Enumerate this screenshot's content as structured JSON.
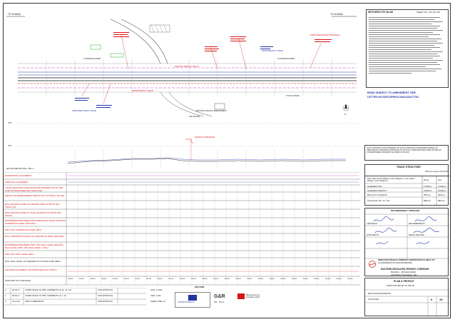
{
  "header": {
    "left_direction": "TO KHANA",
    "right_direction": "TO KHANA",
    "notes_title": "WITH NEW CTE VALUE",
    "sheet_no": "SHEET NO. 15T OF 100"
  },
  "plan": {
    "road_labels": [
      "LOOSE BOULDER",
      "LOOSE BOULDER",
      "TOP OF BANK"
    ],
    "culvert_labels": [
      "PROPOSED TRACK CURVE",
      "EXISTING RAILWAY EMBANKMENT",
      "PROPOSED DFC TRACK"
    ],
    "red_annotations": [
      "PROPOSED DFC TRACK",
      "EXISTING RAILWAY TRACK",
      "PROPOSED RAILWAY BOUNDARY"
    ]
  },
  "stamp": {
    "line1": "BOND SUBJECT TO AMENDMENT VIDE",
    "line2": "LETTER NO.EDFC3/PMC/CON/11/2017/762"
  },
  "profile": {
    "left_scale_top": "275",
    "left_scale_bottom": "270",
    "datum_label": "DATUM ABOVE MSL. 269 m"
  },
  "rows": [
    "HORIZONTAL ALIGNMENT",
    "VERTICAL ALIGNMENT",
    "TRACK DISTANCE FROM EXISTING NEAREST IR UP AND LINE TO PROPOSED DFC MAIN LINE",
    "HEIGHT OF EMBANKMENT/ DEPTH OF CUTTING (- RL) (m)",
    "EXG GROUND LEVEL AT CENTER LINE OF PROP. DFC TRACK (m)",
    "EXG GROUND LEVEL AT THE LOCATION OF PROP. DFC TRACK",
    "DIFFERENCE BETWEEN PRO FORMATION LEVEL AND EXG FORMATION LEVEL (PRO-RFL)",
    "PRO. DFC FORMATION LEVEL (RFL)",
    "EXG. FORMATION LEVEL OF CENTRE OF MAIN LINE (RFL)",
    "DIFFERENCE BETWEEN PRO. DFC RAIL LEVEL AND EXG. RAIL LEVEL (PRO. DFC RAIL LEVEL - RAIL)",
    "PRO. DFC RAIL LEVEL (RRL)",
    "EXG. RAIL LEVEL OF NEAREST IR UP MAIN LINE (RRL)",
    "GROUND ALIGNMENT OR PROPOSED DFC TRACK",
    "POSITION OF CHAINAGE"
  ],
  "track_structure": {
    "title": "TRACK STRUCTURE",
    "col_header": "Difference between IR and DfC",
    "rows": [
      {
        "label": "RAIL SECTION 68kg/m (UIC 60kg/m) / UIC LINE / 60kg/m (UIC 60kg/m)",
        "v1": "60 kg",
        "v2": "UIC"
      },
      {
        "label": "SLEEPER PSC",
        "v1": "1750mm",
        "v2": "1750mm"
      },
      {
        "label": "SLEEPER DENSITY",
        "v1": "1660/km",
        "v2": "1660/km"
      },
      {
        "label": "BALLAST CUSHION",
        "v1": "350mm",
        "v2": "300mm"
      },
      {
        "label": "Total Depth (Rl, TC, SL)",
        "v1": "880mm",
        "v2": "880mm"
      }
    ]
  },
  "approval_box_text": "PLAN CONSTRUCTION DRAWING OF PLAN & PROFILE IS PREPARED BASED ON PRELIMINARY DRAWINGS APPROVAL BY DFCCIL COMMUNICATED VIDE LETTER NO. CTR/DWRS/EDFC/2015/PAT/12 DATED 15.06.2017",
  "signature_block": {
    "header": "RECOMMENDED / APPROVED",
    "roles": [
      "CHECKED BY",
      "RECOMMENDED BY",
      "APPROVED BY",
      "DESIGN MANAGER"
    ],
    "authority": "DEDICATED FREIGHT CORRIDOR CORPORATION OF INDIA LTD.",
    "authority_sub": "(A GOVERNMENT OF INDIA ENTERPRISE)",
    "project_title": "EASTERN DEDICATED FREIGHT CORRIDOR",
    "project_sub1": "BHADAN – MUGHALSARAI",
    "project_sub2": "CONTRACT PACKAGE - 301",
    "drawing_title": "PLAN & PROFILE",
    "drawing_sub": "FROM KM 360.00 TO 362.00",
    "drawing_no": "EDFC/301/PLAN/PRO/15",
    "scale": "AS SHOWN",
    "rev": "0",
    "sheet": "15"
  },
  "revisions": [
    {
      "rev": "2",
      "date": "20.03.17",
      "desc": "COMPLIANCE TO PMC COMMENTS (9, 10, 11, 12)",
      "purpose": "FOR APPROVAL"
    },
    {
      "rev": "1",
      "date": "09.02.17",
      "desc": "COMPLIANCE TO PMC COMMENTS (5, 7, 8)",
      "purpose": "FOR APPROVAL"
    },
    {
      "rev": "0",
      "date": "30.12.16",
      "desc": "FIRST SUBMISSION",
      "purpose": "FOR APPROVAL"
    }
  ],
  "scales": {
    "horizontal": "HOR. 1:1000",
    "vertical": "VER. 1:100",
    "sheet_size": "SHEET SIZE: A1"
  },
  "logos": {
    "section_label": "SECTION",
    "consultant1": "GAYATRI PROJECTS",
    "consultant2": "G&R",
    "consultant3": "DB Engineering & Consulting GmbH",
    "consultant4": "DCL · TPL JV"
  },
  "chainage_labels": [
    "360000",
    "360020",
    "360040",
    "360060",
    "360080",
    "360100",
    "360120",
    "360140",
    "360160",
    "360180",
    "360200",
    "360220",
    "360240",
    "360260",
    "360280",
    "360300",
    "360320",
    "360340",
    "360360",
    "360380",
    "360400",
    "360420",
    "360440",
    "360460",
    "360480",
    "360500"
  ],
  "north_label": "N",
  "km_label": "KM 360.000"
}
